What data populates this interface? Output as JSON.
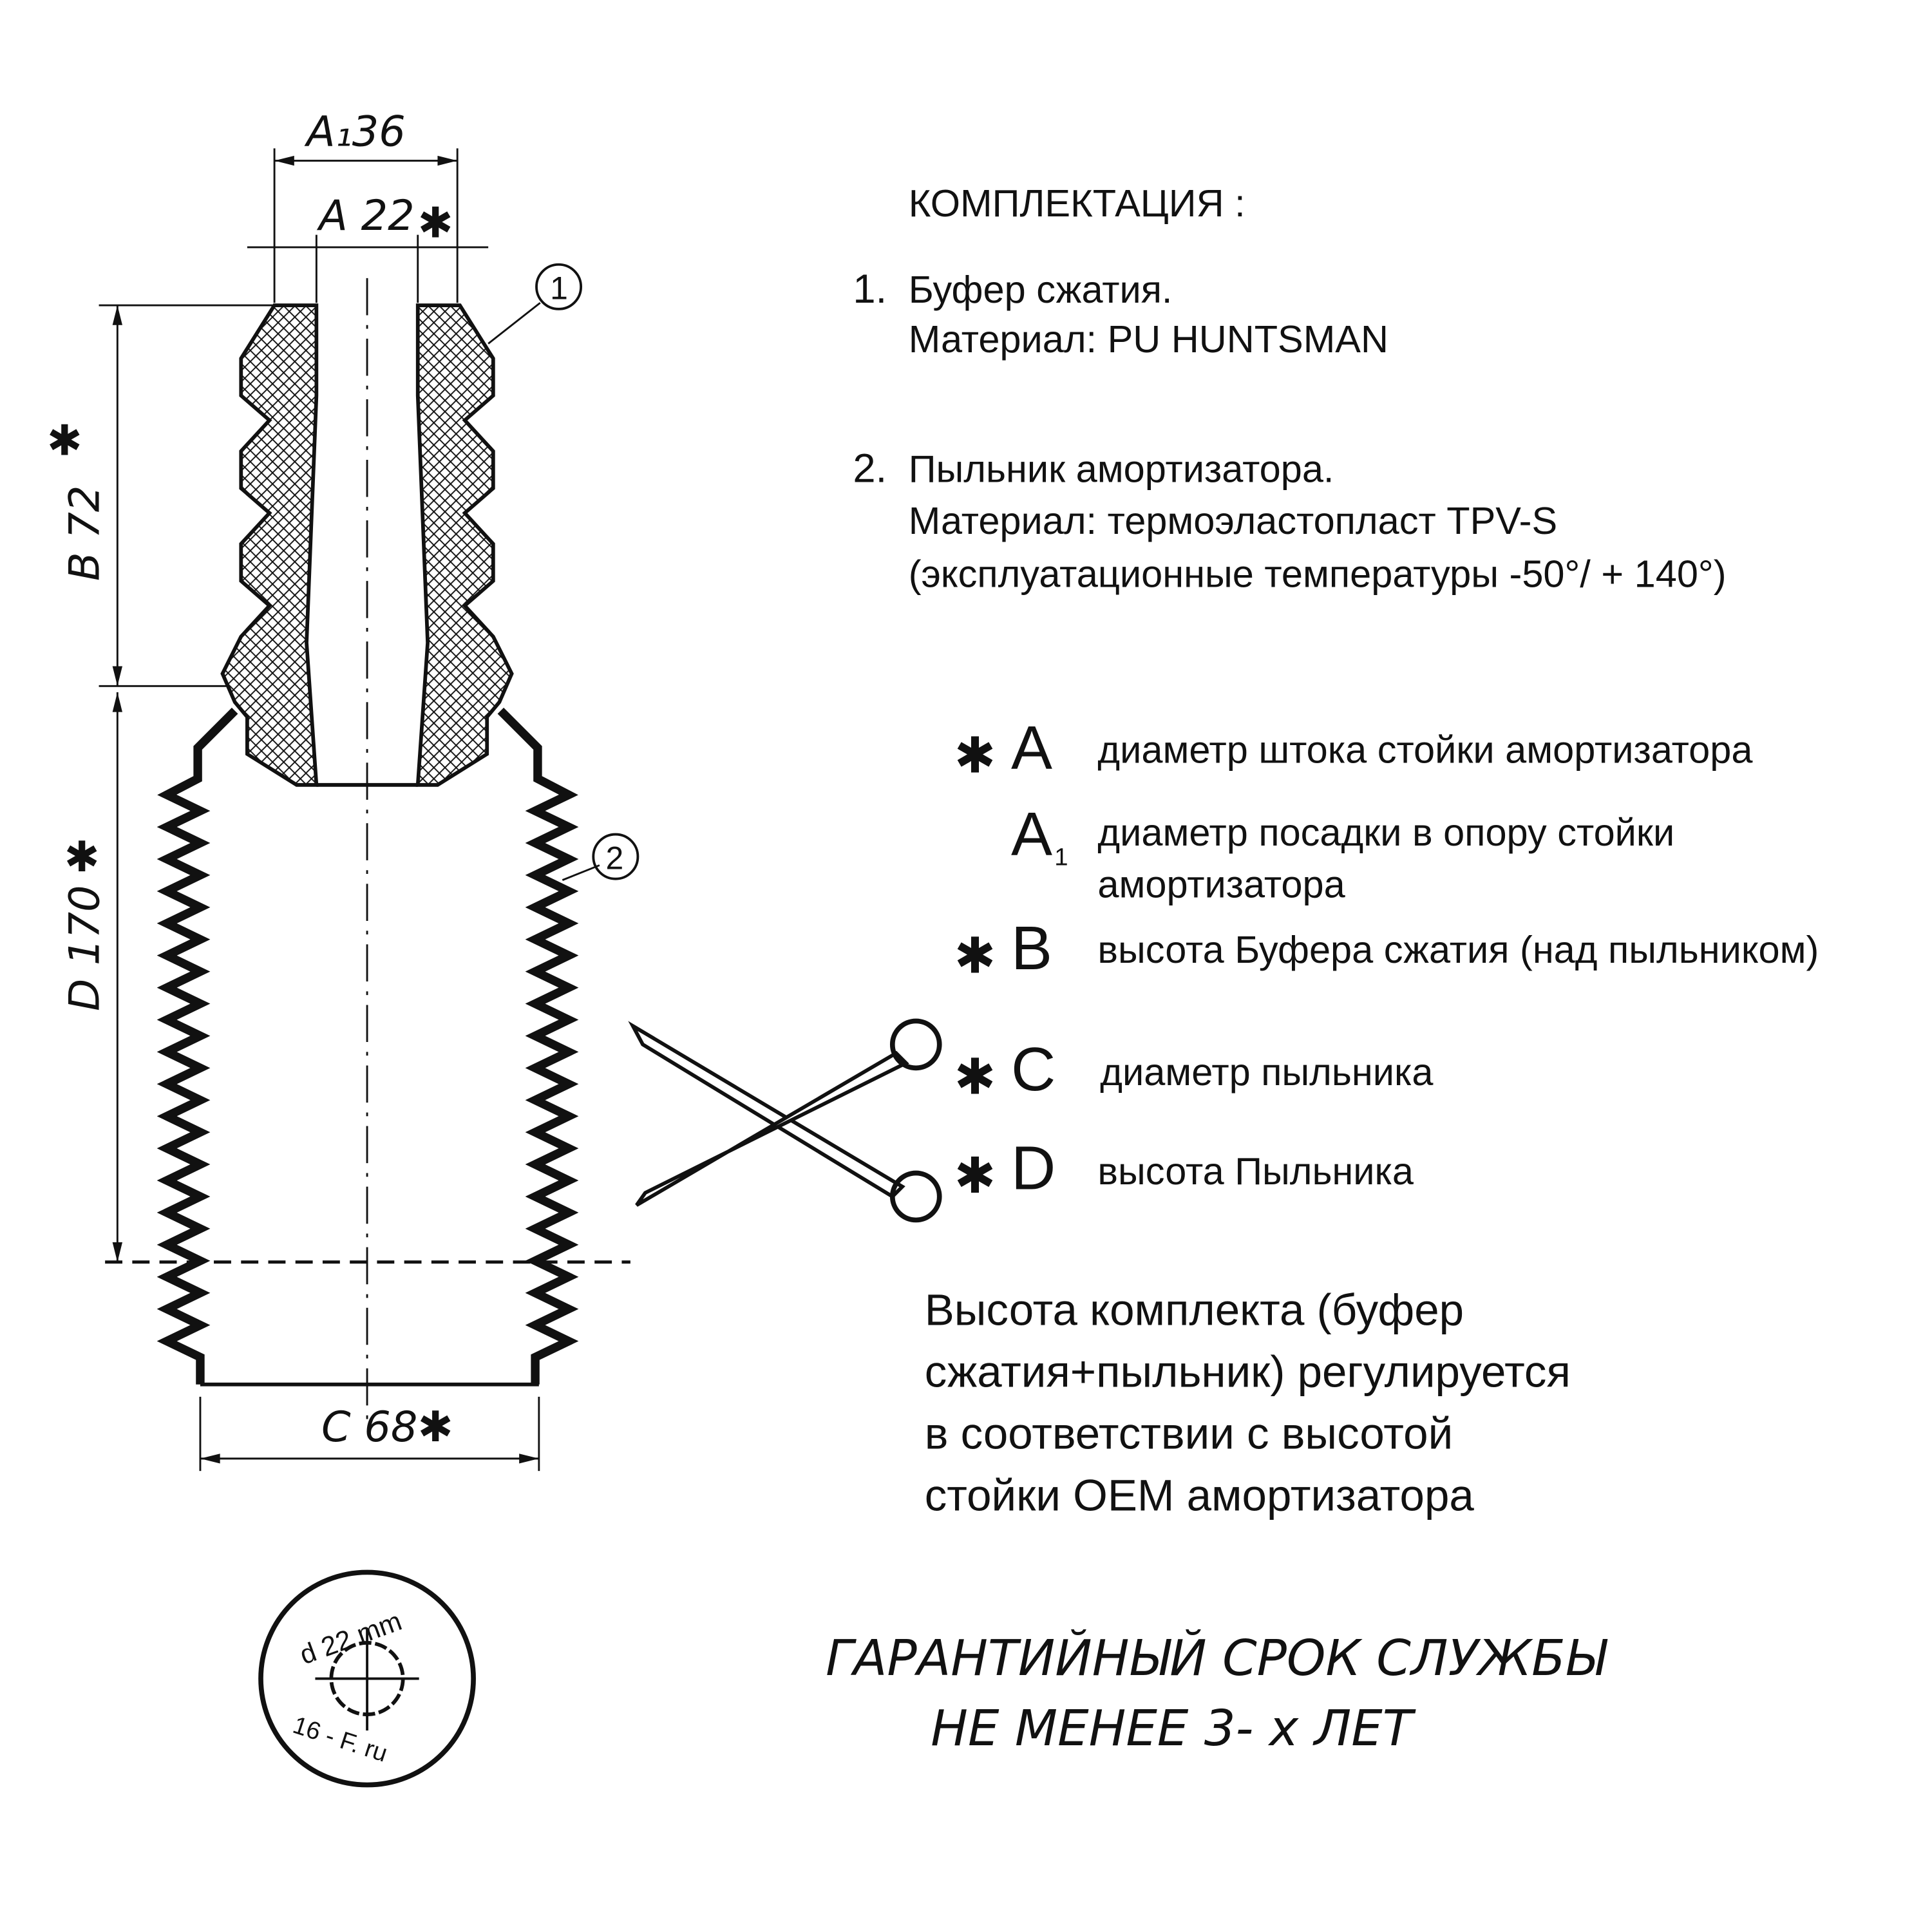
{
  "drawing": {
    "dim_a1": "A₁36",
    "dim_a": "A 22",
    "dim_b": "B 72",
    "dim_d": "D 170",
    "dim_c": "C 68",
    "star": "✱",
    "callout_1": "1",
    "callout_2": "2"
  },
  "kit": {
    "title": "КОМПЛЕКТАЦИЯ    :",
    "items": [
      {
        "num": "1.",
        "name": "Буфер сжатия.",
        "lines": [
          "Материал: PU  HUNTSMAN"
        ]
      },
      {
        "num": "2.",
        "name": "Пыльник амортизатора.",
        "lines": [
          "Материал: термоэластопласт  TPV-S",
          "(эксплуатационные температуры -50°/ + 140°)"
        ]
      }
    ]
  },
  "legend": [
    {
      "star": "✱",
      "letter": "A",
      "text": [
        "диаметр штока стойки амортизатора"
      ]
    },
    {
      "star": "",
      "letter": "A",
      "sub": "1",
      "text": [
        "диаметр посадки в  опору стойки",
        "амортизатора"
      ]
    },
    {
      "star": "✱",
      "letter": "B",
      "text": [
        "высота Буфера сжатия (над пыльником)"
      ]
    },
    {
      "star": "✱",
      "letter": "C",
      "text": [
        "диаметр пыльника"
      ]
    },
    {
      "star": "✱",
      "letter": "D",
      "text": [
        "высота Пыльника"
      ]
    }
  ],
  "note": [
    "Высота комплекта (буфер",
    "сжатия+пыльник) регулируется",
    "в соответствии с высотой",
    "стойки  ОЕМ амортизатора"
  ],
  "warranty": [
    "ГАРАНТИЙНЫЙ СРОК СЛУЖБЫ",
    "НЕ МЕНЕЕ 3- х ЛЕТ"
  ],
  "stamp": {
    "top": "d 22 mm",
    "bottom": "16 - F. ru"
  }
}
